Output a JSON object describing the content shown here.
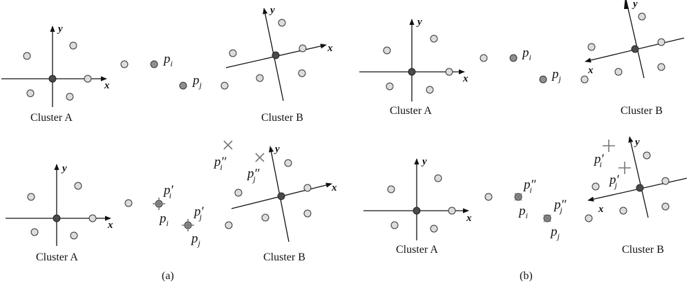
{
  "panels": {
    "a": {
      "label": "(a)"
    },
    "b": {
      "label": "(b)"
    }
  },
  "clusters": {
    "a": "Cluster A",
    "b": "Cluster B"
  },
  "axes": {
    "x": "x",
    "y": "y"
  },
  "points": {
    "p": "p",
    "i": "i",
    "j": "j",
    "prime": "′",
    "dprime": "″"
  },
  "colors": {
    "point_fill": "#dcdcdc",
    "origin_fill": "#4a4a4a",
    "highlight_fill": "#8f8f8f",
    "cross": "#777777"
  }
}
